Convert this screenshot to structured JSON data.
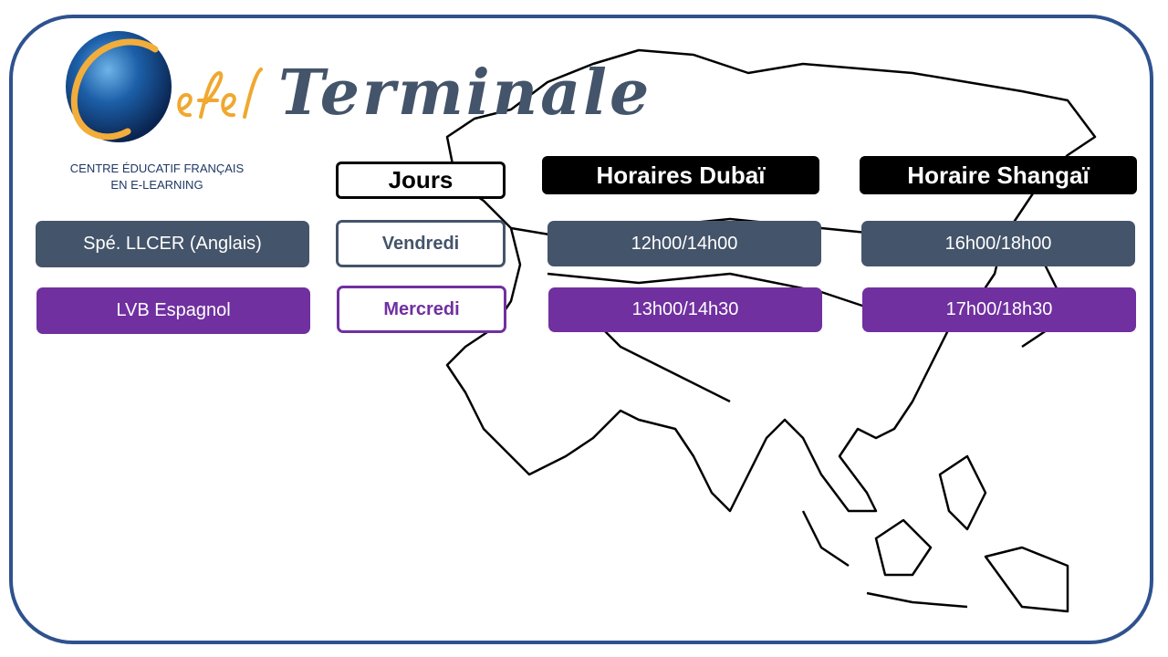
{
  "logo": {
    "brand": "Cefel",
    "tagline_line1": "CENTRE ÉDUCATIF FRANÇAIS",
    "tagline_line2": "EN E-LEARNING"
  },
  "title": "Terminale",
  "headers": {
    "days": "Jours",
    "dubai": "Horaires Dubaï",
    "shanghai": "Horaire Shangaï"
  },
  "rows": [
    {
      "subject": "Spé. LLCER (Anglais)",
      "day": "Vendredi",
      "dubai": "12h00/14h00",
      "shanghai": "16h00/18h00",
      "color": "#44546a"
    },
    {
      "subject": "LVB Espagnol",
      "day": "Mercredi",
      "dubai": "13h00/14h30",
      "shanghai": "17h00/18h30",
      "color": "#7030a0"
    }
  ],
  "colors": {
    "frame": "#2f528f",
    "slate": "#44546a",
    "purple": "#7030a0",
    "logo_gold": "#f2ad3a"
  }
}
